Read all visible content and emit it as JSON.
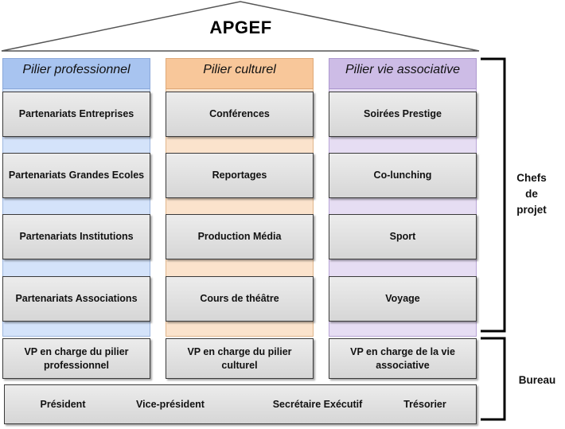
{
  "title": "APGEF",
  "colors": {
    "professionnel_header": "#a8c4f0",
    "professionnel_bg": "#d4e3fa",
    "culturel_header": "#f8c79a",
    "culturel_bg": "#fbe3cc",
    "associatif_header": "#cdbce6",
    "associatif_bg": "#e6ddf3"
  },
  "pillars": [
    {
      "header": "Pilier professionnel",
      "items": [
        "Partenariats Entreprises",
        "Partenariats Grandes Ecoles",
        "Partenariats Institutions",
        "Partenariats Associations"
      ],
      "vp": "VP en charge du pilier professionnel"
    },
    {
      "header": "Pilier culturel",
      "items": [
        "Conférences",
        "Reportages",
        "Production Média",
        "Cours de théâtre"
      ],
      "vp": "VP en charge du pilier culturel"
    },
    {
      "header": "Pilier vie associative",
      "items": [
        "Soirées Prestige",
        "Co-lunching",
        "Sport",
        "Voyage"
      ],
      "vp": "VP en charge de la vie associative"
    }
  ],
  "bureau": [
    "Président",
    "Vice-président",
    "Secrétaire Exécutif",
    "Trésorier"
  ],
  "side_labels": {
    "chefs": "Chefs de projet",
    "bureau": "Bureau"
  }
}
